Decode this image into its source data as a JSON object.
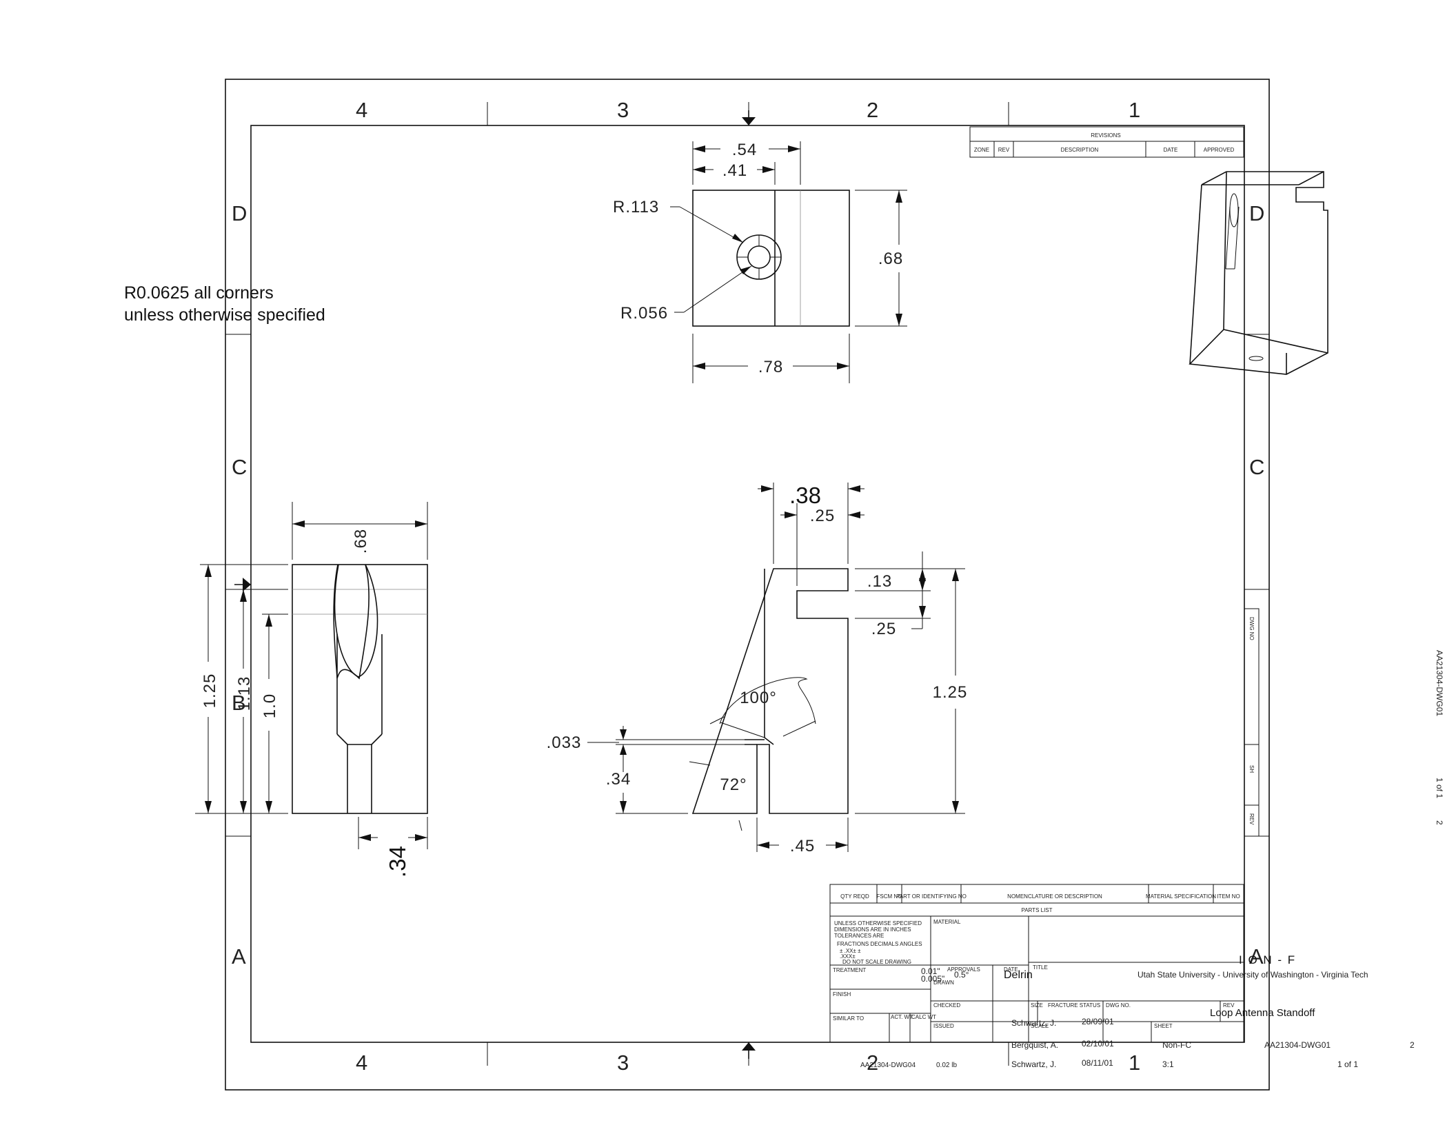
{
  "notes": {
    "corner_line1": "R0.0625 all corners",
    "corner_line2": "unless otherwise specified"
  },
  "zones": {
    "top": [
      "4",
      "3",
      "2",
      "1"
    ],
    "bottom": [
      "4",
      "3",
      "2",
      "1"
    ],
    "left": [
      "D",
      "C",
      "B",
      "A"
    ],
    "right": [
      "D",
      "C",
      "A"
    ]
  },
  "revisions": {
    "title": "REVISIONS",
    "cols": [
      "ZONE",
      "REV",
      "DESCRIPTION",
      "DATE",
      "APPROVED"
    ]
  },
  "top_view": {
    "d_width_54": ".54",
    "d_width_41": ".41",
    "d_r_outer": "R.113",
    "d_r_inner": "R.056",
    "d_height_68": ".68",
    "d_width_78": ".78"
  },
  "side_view": {
    "d_width_68": ".68",
    "d_height_125": "1.25",
    "d_height_113": "1.13",
    "d_height_10": "1.0",
    "d_bottom_34": ".34"
  },
  "front_view": {
    "d_top_38": ".38",
    "d_top_25": ".25",
    "d_slot_13": ".13",
    "d_slot_25": ".25",
    "d_height_125": "1.25",
    "d_angle_100": "100°",
    "d_angle_72": "72°",
    "d_033": ".033",
    "d_34": ".34",
    "d_45": ".45"
  },
  "side_strip": {
    "dwg_no": "DWG NO",
    "sh": "SH",
    "rev": "REV",
    "dwg_value": "AA21304-DWG01",
    "sheet_value": "1 of 1",
    "rev_value": "2"
  },
  "parts_list": {
    "cols": [
      "QTY REQD",
      "FSCM NO",
      "PART OR IDENTIFYING NO",
      "NOMENCLATURE OR DESCRIPTION",
      "MATERIAL SPECIFICATION",
      "ITEM NO"
    ],
    "caption": "PARTS LIST"
  },
  "title_block": {
    "tolerance_note": [
      "UNLESS OTHERWISE SPECIFIED",
      "DIMENSIONS ARE IN INCHES",
      "TOLERANCES ARE",
      "FRACTIONS  DECIMALS  ANGLES",
      "±          .XX±          ±",
      "           .XXX±",
      "DO NOT SCALE DRAWING"
    ],
    "material_label": "MATERIAL",
    "treatment_label": "TREATMENT",
    "finish_label": "FINISH",
    "similar_label": "SIMILAR TO",
    "act_wt_label": "ACT. WT.",
    "calc_wt_label": "CALC WT",
    "approvals_label": "APPROVALS",
    "date_label": "DATE",
    "drawn_label": "DRAWN",
    "checked_label": "CHECKED",
    "issued_label": "ISSUED",
    "title_label": "TITLE",
    "size_label": "SIZE",
    "fracture_label": "FRACTURE STATUS",
    "dwg_no_label": "DWG NO.",
    "rev_label": "REV",
    "scale_label": "SCALE",
    "sheet_label": "SHEET",
    "tol_001": "0.01\"",
    "tol_0005": "0.005\"",
    "tol_angle": "0.5°",
    "material": "Delrin",
    "org_name": "I O N - F",
    "org_sub": "Utah State University - University of Washington - Virginia Tech",
    "title": "Loop Antenna Standoff",
    "drawn_by": "Schwartz, J.",
    "drawn_date": "28/09/01",
    "checked_by": "Bergquist, A.",
    "checked_date": "02/10/01",
    "issued_by": "Schwartz, J.",
    "issued_date": "08/11/01",
    "fracture": "Non-FC",
    "dwg_no": "AA21304-DWG01",
    "rev": "2",
    "scale": "3:1",
    "sheet": "1 of 1",
    "similar": "AA21304-DWG04",
    "calc_wt": "0.02 lb"
  }
}
